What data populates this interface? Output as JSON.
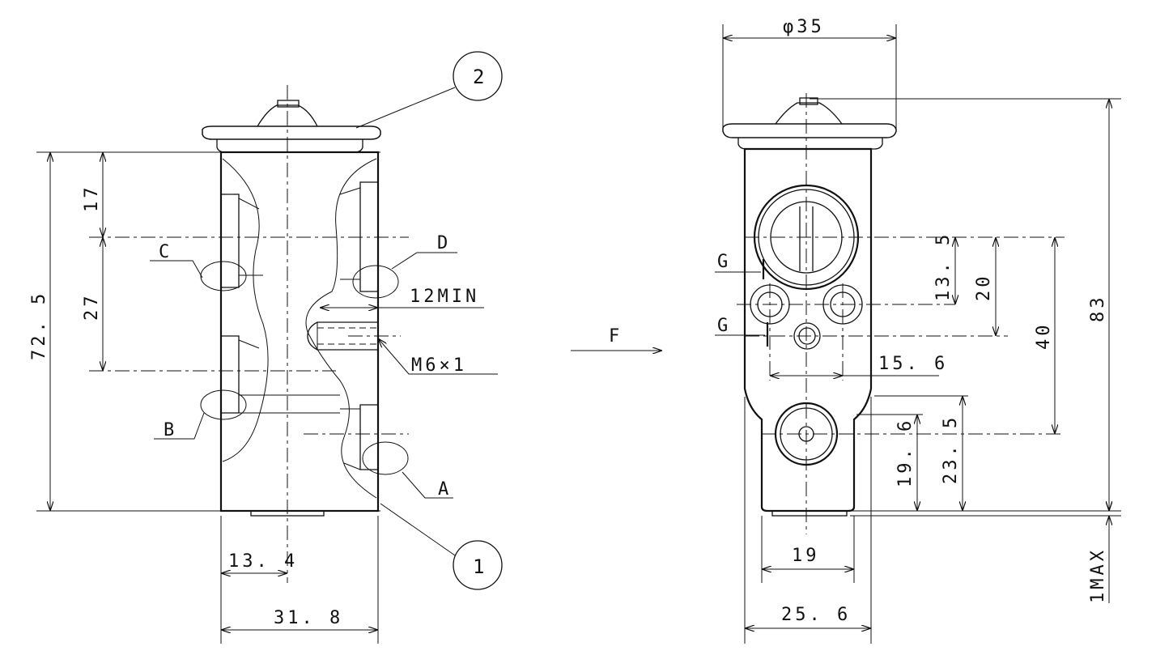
{
  "side_view": {
    "balloon_1": "1",
    "balloon_2": "2",
    "port_a": "A",
    "port_b": "B",
    "port_c": "C",
    "port_d": "D",
    "dim_17": "17",
    "dim_27": "27",
    "dim_72_5": "72. 5",
    "dim_12min": "12MIN",
    "dim_thread": "M6×1",
    "dim_13_4": "13. 4",
    "dim_31_8": "31. 8"
  },
  "view_arrow": {
    "label": "F"
  },
  "front_view": {
    "dia_35": "φ35",
    "mark_g_top": "G",
    "mark_g_bottom": "G",
    "dim_13_5": "13. 5",
    "dim_20": "20",
    "dim_40": "40",
    "dim_83": "83",
    "dim_15_6": "15. 6",
    "dim_19_6": "19. 6",
    "dim_23_5": "23. 5",
    "dim_19": "19",
    "dim_25_6": "25. 6",
    "dim_1max": "1MAX"
  }
}
